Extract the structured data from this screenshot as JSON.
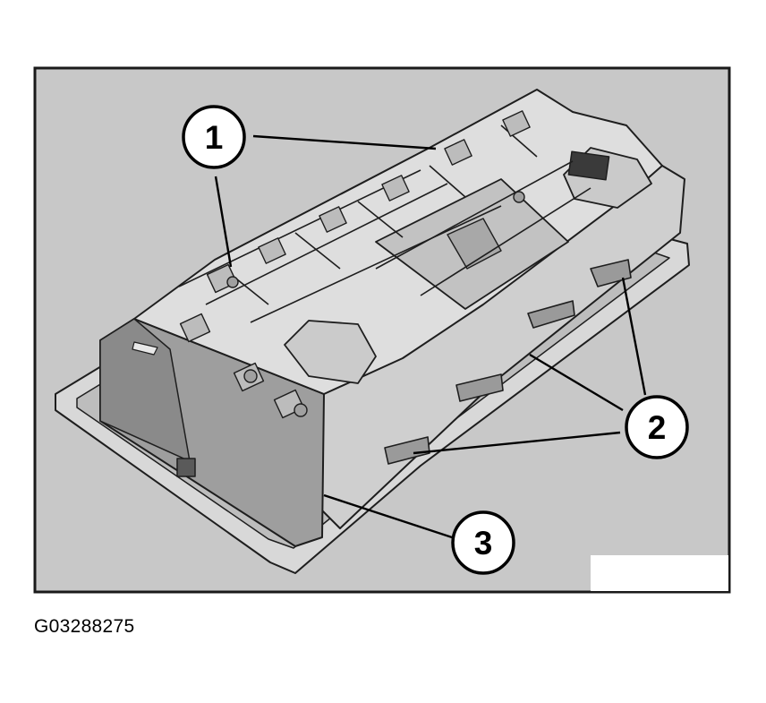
{
  "figure": {
    "id_label": "G03288275",
    "colors": {
      "background": "#c8c8c8",
      "frame": "#1a1a1a",
      "part_light": "#dcdcdc",
      "part_mid": "#b4b4b4",
      "part_dark": "#8c8c8c",
      "ink": "#000000"
    },
    "callouts": [
      {
        "number": "1"
      },
      {
        "number": "2"
      },
      {
        "number": "3"
      }
    ]
  }
}
